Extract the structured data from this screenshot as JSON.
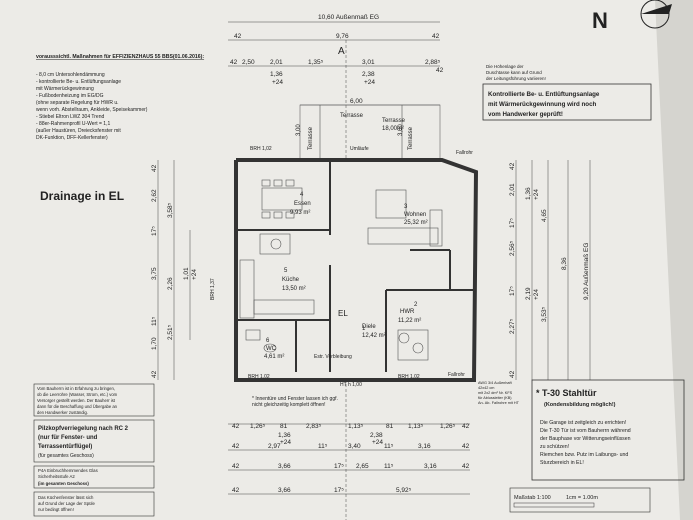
{
  "north": {
    "label": "N"
  },
  "top_dims": {
    "overall": "10,60 Außenmaß EG",
    "row2": [
      "42",
      "9,76",
      "42"
    ],
    "row3": [
      "42",
      "2,50",
      "2,01",
      "1,35⁵",
      "3,01",
      "2,88⁵",
      "42"
    ],
    "row4a": "1,36",
    "row4b": "+24",
    "row4c": "2,38",
    "row4d": "+24",
    "terrace_width": "6,00",
    "section": "A"
  },
  "measures": {
    "heading": "vorausssichtl. Maßnahmen für EFFIZIENZHAUS 55 BBS(01.06.2016):",
    "items": [
      "- 8,0 cm Untersohlendämmung",
      "- kontrollierte Be- u. Entlüftungsanlage",
      "  mit Wärmerückgewinnung",
      "- Fußbodenheizung im EG/DG",
      "  (ohne separate Regelung für HWR u.",
      "  wenn vorh. Abstellraum, Ankleide, Speisekammer)",
      "- Stiebel Eltron LWZ 304 Trend",
      "- 88er-Rahmenprofil U-Wert = 1,1",
      "  (außer Haustüren, Dreiecksfenster mit",
      "  DK-Funktion, DFF-Kellerfenster)"
    ]
  },
  "top_note": {
    "text": [
      "Die Höhenlage der",
      "Duschtasse kann auf Grund",
      "der Leitungsführung variieren!"
    ]
  },
  "vent_note": {
    "lines": [
      "Kontrollierte Be- u. Entlüftungsanlage",
      "mit Wärmerückgewinnung wird noch",
      "vom Handwerker geprüft!"
    ]
  },
  "drainage": {
    "label": "Drainage in EL"
  },
  "rooms": [
    {
      "num": "4",
      "name": "Essen",
      "area": "9,93 m²"
    },
    {
      "num": "3",
      "name": "Wohnen",
      "area": "25,32 m²"
    },
    {
      "num": "5",
      "name": "Küche",
      "area": "13,50 m²"
    },
    {
      "num": "1",
      "name": "Diele",
      "area": "12,42 m²"
    },
    {
      "num": "2",
      "name": "HWR",
      "area": "11,22 m²"
    },
    {
      "num": "6",
      "name": "WC",
      "area": "4,61 m²"
    }
  ],
  "terraces": [
    {
      "name": "Terrasse",
      "area": "18,00m²"
    },
    {
      "name": "Terrasse",
      "dim": "3,00"
    },
    {
      "name": "Terrasse",
      "dim": "3,00"
    }
  ],
  "labels": {
    "brh_top": "BRH 1,02",
    "brh_side": "BRH 1,37",
    "brh_bottom1": "BRH 1,02",
    "brh_bottom2": "BRH 1,02",
    "el": "EL",
    "vorlage": "Estr. Verbleibung",
    "umlauf": "Umläufe",
    "haustur": "HT h 1,00",
    "fallrohr": "Fallrohr"
  },
  "left_dims": [
    "42",
    "2,62",
    "17⁵",
    "3,75",
    "11⁵",
    "1,70",
    "42"
  ],
  "left_dims2": [
    "3,58⁵",
    "2,26",
    "2,51⁵"
  ],
  "left_small": [
    "1,01",
    "+24"
  ],
  "right_dims": [
    "42",
    "2,01",
    "17⁵",
    "2,56⁵",
    "17⁵",
    "2,27⁵",
    "42"
  ],
  "right_dims2": [
    "1,36",
    "+24",
    "4,65",
    "2,19",
    "+24",
    "3,53⁵",
    "8,36"
  ],
  "right_overall": "9,20 Außenmaß EG",
  "fallrohr_right": "Fallrohr",
  "client_note": [
    "Vom Bauherrn ist in Erfahrung zu bringen,",
    "ob die Leerrohre (Wasser, Strom, etc.) vom",
    "Versorger gestellt werden. Der Bauherr ist",
    "dann für die Beschaffung und Übergabe an",
    "den Handwerker zuständig."
  ],
  "ceiling_note": [
    "* Innentüre und Fenster lassen ich ggf.",
    "nicht gleichzeitig komplett öffnen!"
  ],
  "pilz": [
    "Pilzkopfverriegelung nach RC 2",
    "(nur für Fenster- und",
    "Terrassentürflügel)",
    "(für gesamtes Geschoss)"
  ],
  "p4a": [
    "P4A Einbruchhemmendes Glas",
    "Sicherheitsstufe A2",
    "(im gesamten Geschoss)"
  ],
  "kitchen_note": [
    "Das Küchenfenster lässt sich",
    "auf Grund der Lage der Spüle",
    "nur bedingt öffnen!"
  ],
  "stahl": {
    "title": "T-30 Stahltür",
    "subtitle": "(Kondensbildung möglich!)",
    "body": [
      "Die Garage ist zeitgleich zu errichten!",
      "Die T-30 Tür ist vom Bauherrn während",
      "der Bauphase vor Witterungseinflüssen",
      "zu schützen!",
      "Riemchen bzw. Putz im Laibungs- und",
      "Sturzbereich in EL!"
    ]
  },
  "awg": [
    "AWG 3/4 Außenhaft",
    "42x42 cm",
    "mit 2x2 dm² Nr. KFS",
    "für Ablussleiter (KB)",
    "An- Ab- Fallrohre mit HT"
  ],
  "bottom_dims": {
    "r1": [
      "42",
      "1,26⁵",
      "81",
      "2,83⁵",
      "1,13⁵",
      "81",
      "1,13⁵",
      "1,26⁵",
      "42"
    ],
    "r1b": [
      "1,36",
      "+24",
      "2,38",
      "+24"
    ],
    "r2": [
      "42",
      "2,97",
      "11⁵",
      "3,40",
      "11⁵",
      "3,16",
      "42"
    ],
    "r3": [
      "42",
      "3,66",
      "17⁵",
      "2,65",
      "11⁵",
      "3,16",
      "42"
    ],
    "r4": [
      "42",
      "3,66",
      "17⁵",
      "5,92⁵"
    ]
  },
  "scale": {
    "label": "Maßstab 1:100",
    "unit": "1cm = 1.00m"
  }
}
